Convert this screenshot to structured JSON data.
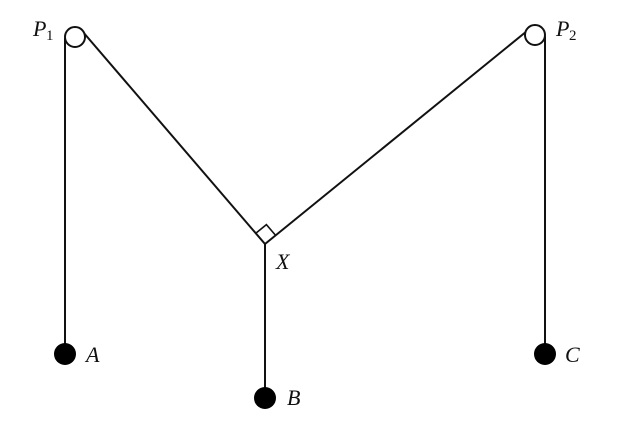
{
  "labels": {
    "pulley_1_letter": "P",
    "pulley_1_sub": "1",
    "pulley_2_letter": "P",
    "pulley_2_sub": "2",
    "junction": "X",
    "mass_a": "A",
    "mass_b": "B",
    "mass_c": "C"
  },
  "colors": {
    "ink": "#111111",
    "background": "#ffffff",
    "mass_fill": "#000000"
  }
}
